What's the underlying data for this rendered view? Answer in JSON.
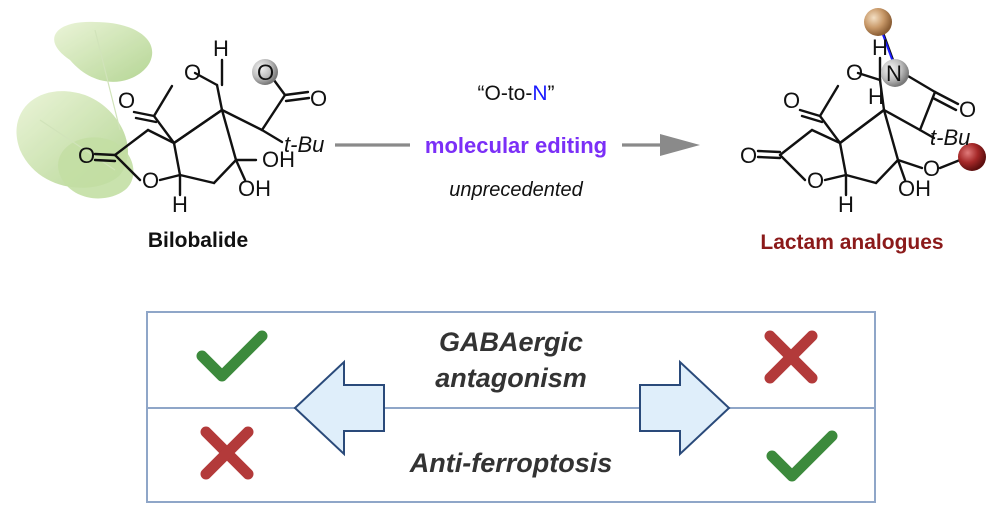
{
  "reaction": {
    "quote": "“O-to-N”",
    "quote_pre": "“O-to-",
    "quote_n": "N",
    "quote_post": "”",
    "editing": "molecular editing",
    "note": "unprecedented"
  },
  "left_molecule": {
    "name": "Bilobalide",
    "h_top": "H",
    "o_ring": "O",
    "o_circle": "O",
    "o_carbonyl_left": "O",
    "o_carbonyl_right": "O",
    "o_lactone_left": "O",
    "o_lactone_bottom": "O",
    "tbu": "t-Bu",
    "oh_upper": "OH",
    "oh_lower": "OH",
    "h_bottom": "H"
  },
  "right_molecule": {
    "name": "Lactam analogues",
    "h_top": "H",
    "o_ring": "O",
    "n_atom": "N",
    "h_mid": "H",
    "o_carbonyl_left": "O",
    "o_carbonyl_right": "O",
    "o_carbonyl_far": "O",
    "o_lactone_bottom": "O",
    "tbu": "t-Bu",
    "o_ether": "O",
    "oh": "OH",
    "h_bottom": "H"
  },
  "activity_table": {
    "row1": {
      "label_line1": "GABAergic",
      "label_line2": "antagonism",
      "left_mark": "check",
      "right_mark": "cross"
    },
    "row2": {
      "label": "Anti-ferroptosis",
      "left_mark": "cross",
      "right_mark": "check"
    }
  },
  "colors": {
    "n_blue": "#1a1aff",
    "editing_purple": "#7b2ff7",
    "lactam_red": "#8b1a1a",
    "check_green": "#3c8a3c",
    "cross_red": "#b33a3a",
    "box_border": "#8fa6c8",
    "arrow_fill": "#dfeefa",
    "arrow_stroke": "#2a4a7a"
  }
}
